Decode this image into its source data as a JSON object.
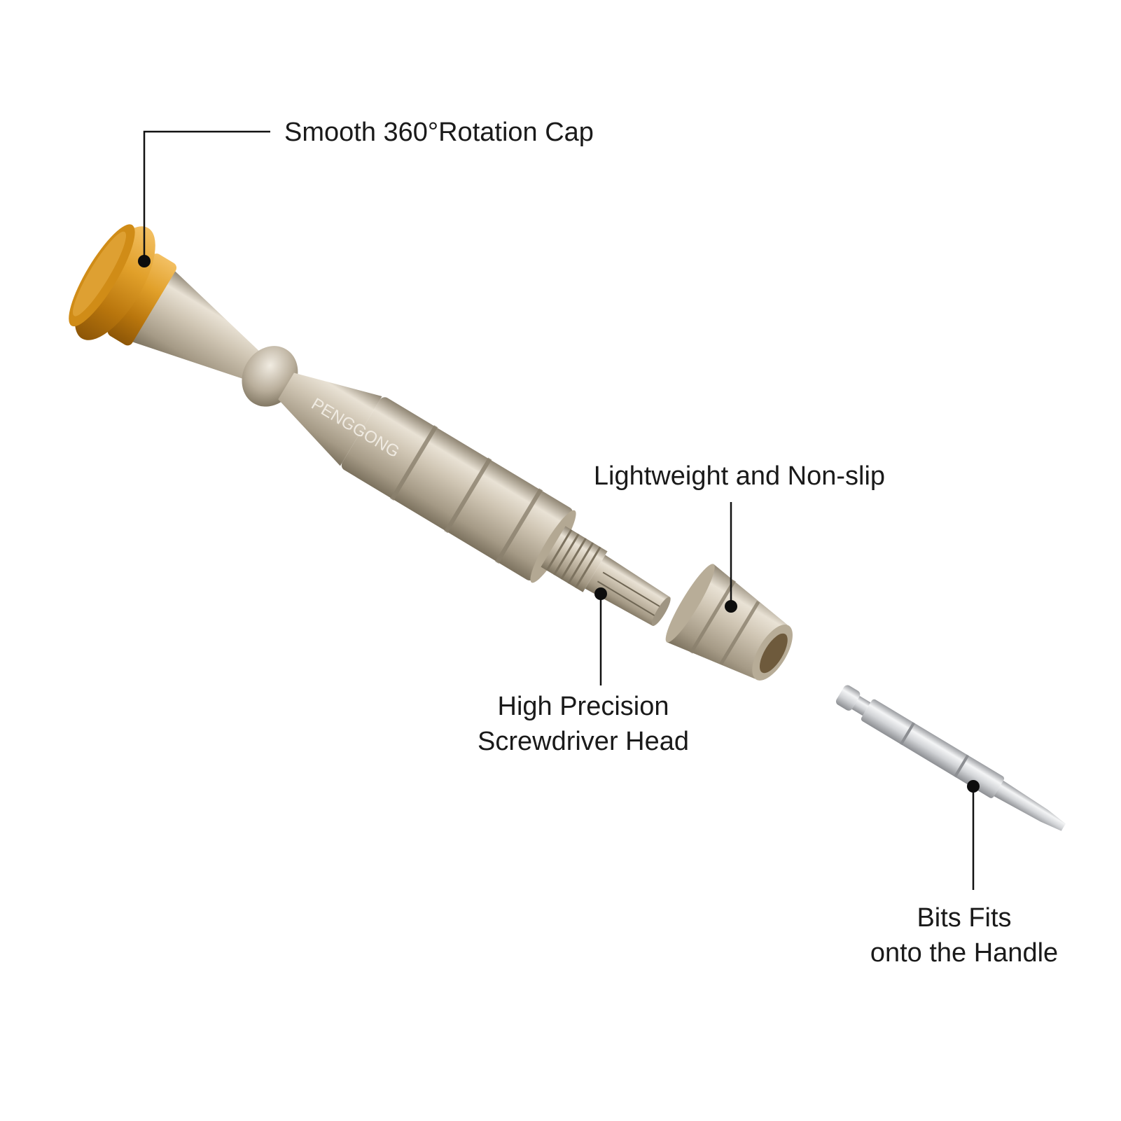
{
  "callouts": {
    "rotation_cap": "Smooth 360°Rotation Cap",
    "lightweight": "Lightweight and Non-slip",
    "precision_head_line1": "High Precision",
    "precision_head_line2": "Screwdriver Head",
    "bits_line1": "Bits Fits",
    "bits_line2": "onto the Handle"
  },
  "product": {
    "brand_engraving": "PENGGONG"
  },
  "colors": {
    "cap_gold": "#d8921a",
    "body_metal": "#c8bdab",
    "bit_silver": "#d9dadc",
    "leader": "#111111"
  }
}
